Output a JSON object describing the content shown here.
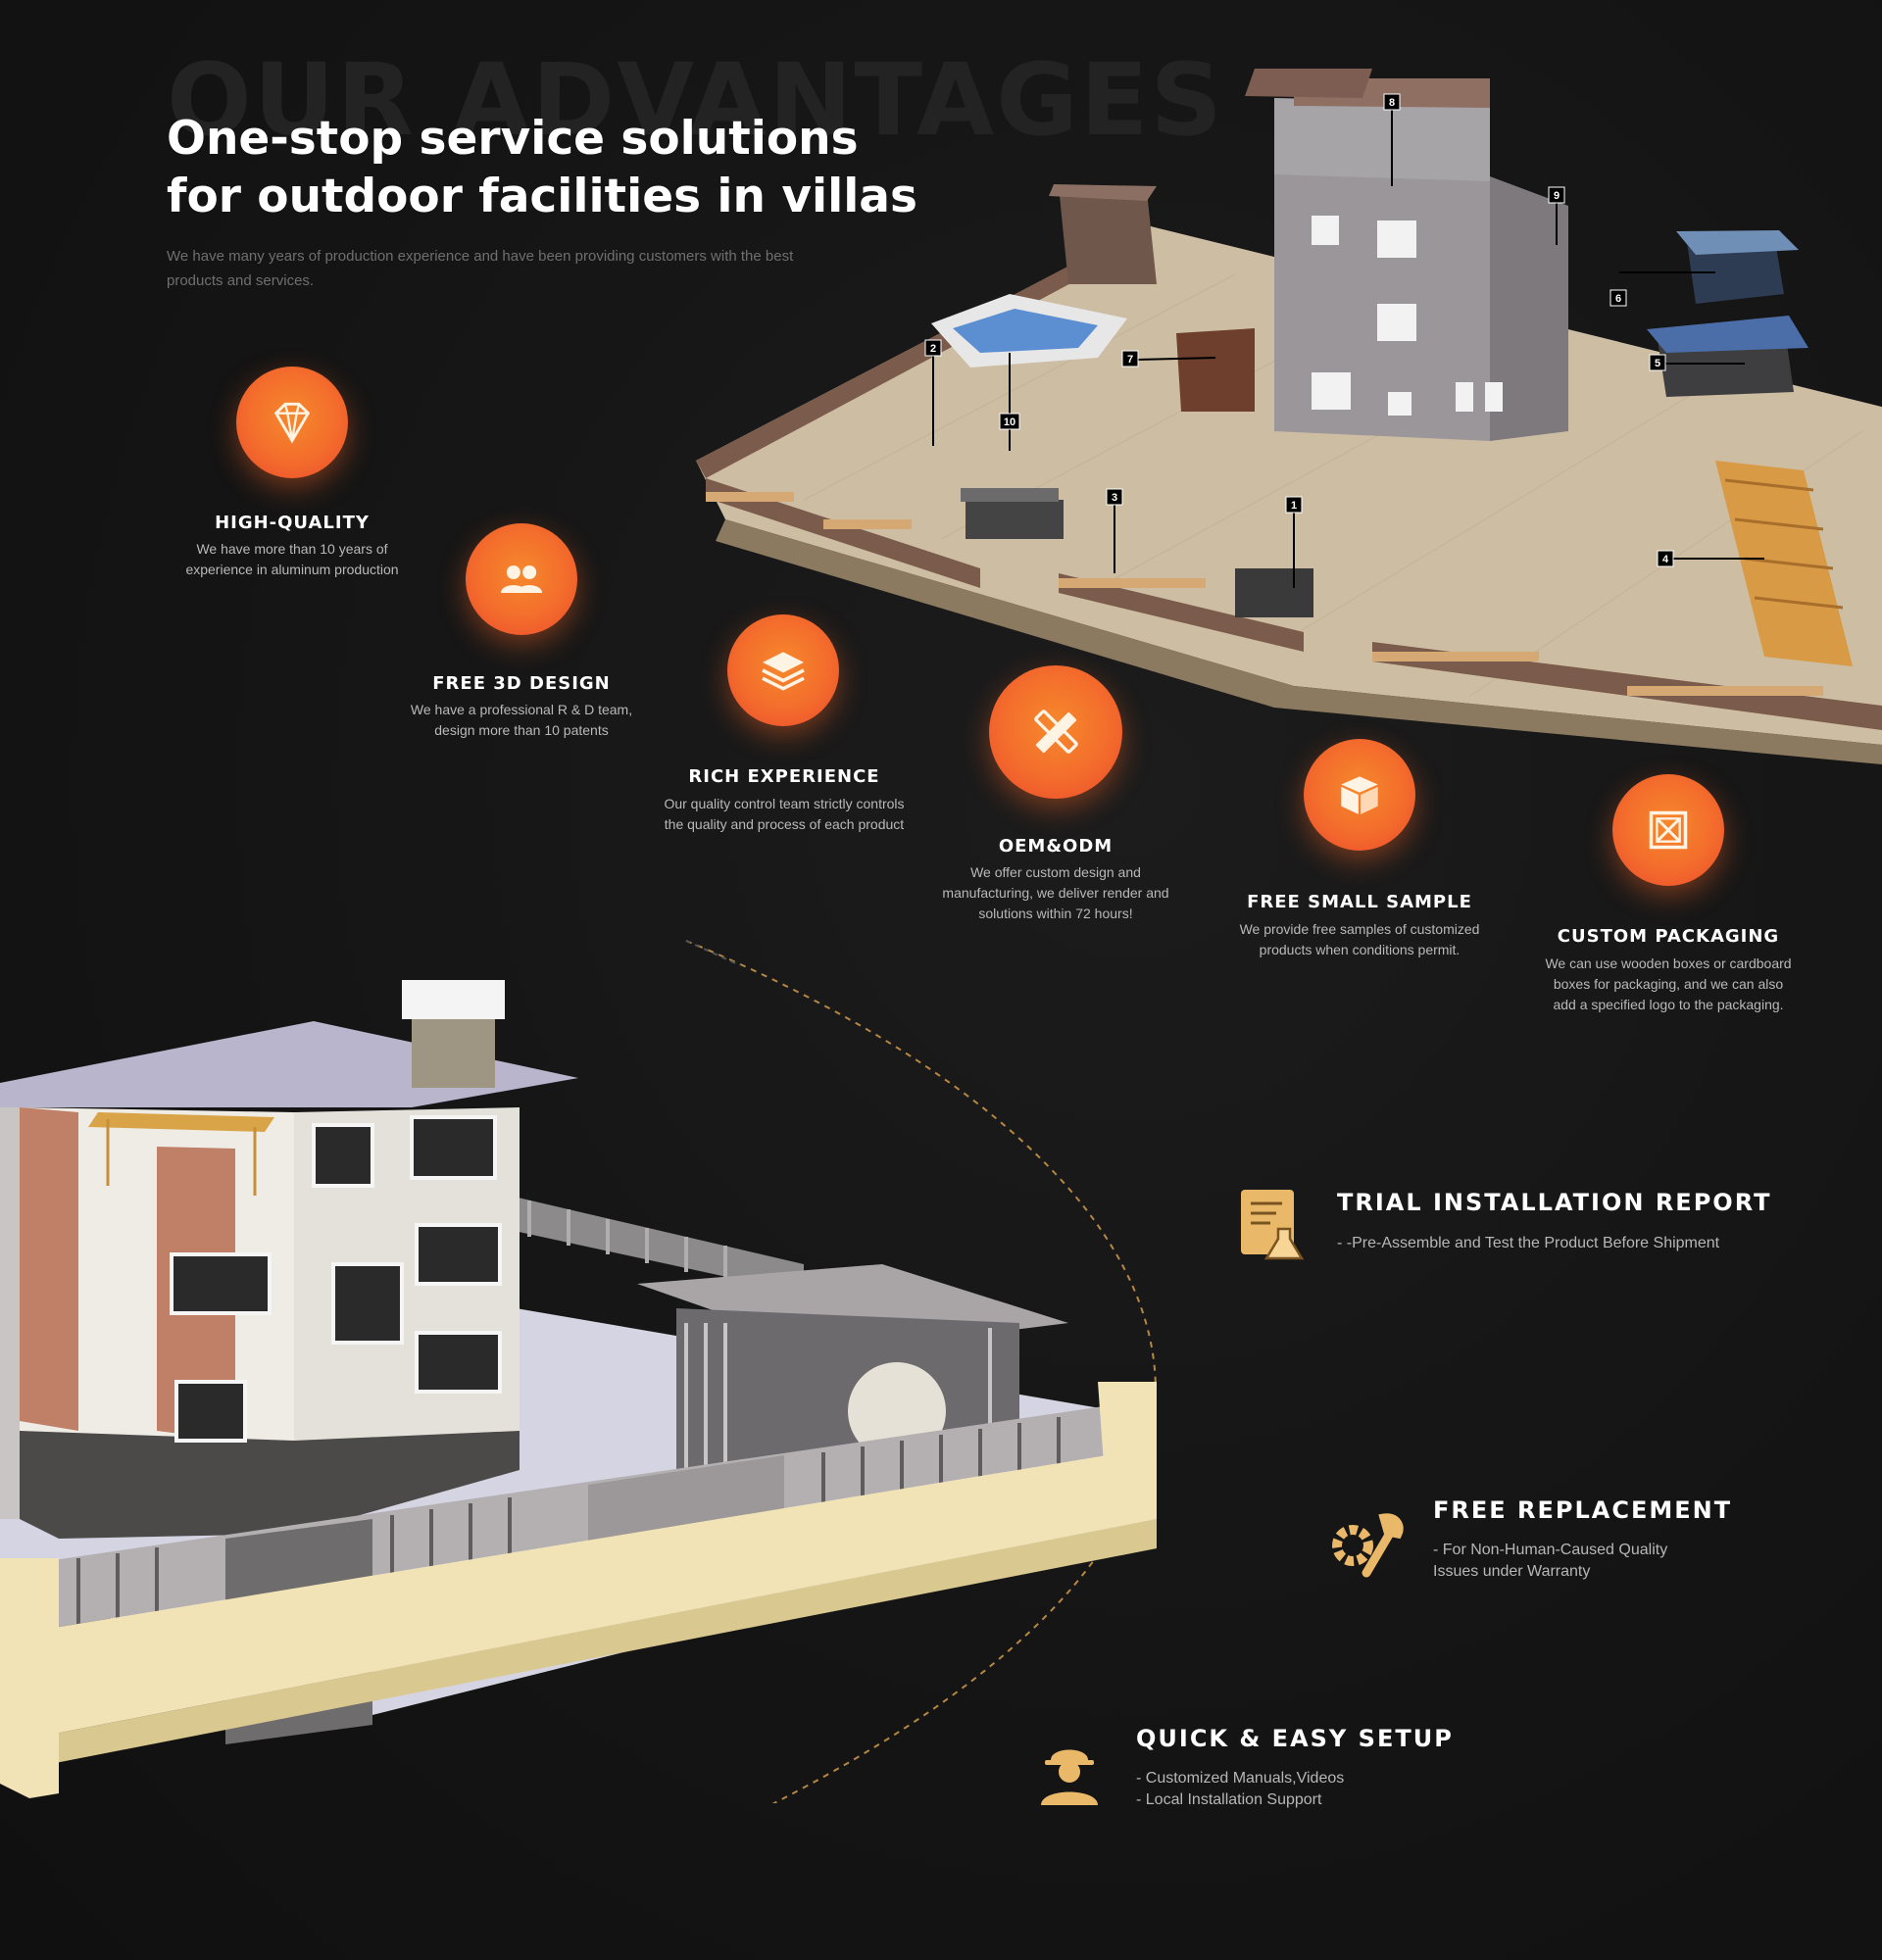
{
  "hero": {
    "watermark": "OUR ADVANTAGES",
    "title_line1": "One-stop service solutions",
    "title_line2": "for outdoor facilities in villas",
    "subtitle": "We have many years of production experience and have been providing customers with the best products and services."
  },
  "advantages": [
    {
      "title": "HIGH-QUALITY",
      "desc": "We have more than 10 years of experience in aluminum production",
      "icon": "diamond-icon"
    },
    {
      "title": "FREE 3D DESIGN",
      "desc": "We have a professional R & D team, design more than 10 patents",
      "icon": "team-icon"
    },
    {
      "title": "RICH EXPERIENCE",
      "desc": "Our quality control team strictly controls the quality and process of each product",
      "icon": "layers-icon"
    },
    {
      "title": "OEM&ODM",
      "desc": "We offer custom design and manufacturing, we deliver render and solutions within 72 hours!",
      "icon": "pencil-ruler-icon"
    },
    {
      "title": "FREE SMALL SAMPLE",
      "desc": "We provide free samples of customized products when conditions permit.",
      "icon": "box-icon"
    },
    {
      "title": "CUSTOM PACKAGING",
      "desc": "We can use wooden boxes or cardboard boxes for packaging, and we can also add a specified logo to the packaging.",
      "icon": "crate-icon"
    }
  ],
  "plan_labels": [
    "1",
    "2",
    "3",
    "4",
    "5",
    "6",
    "7",
    "8",
    "9",
    "10"
  ],
  "services": [
    {
      "title": "TRIAL INSTALLATION REPORT",
      "lines": [
        "- -Pre-Assemble and Test the Product Before Shipment"
      ],
      "icon": "report-flask-icon"
    },
    {
      "title": "FREE REPLACEMENT",
      "lines": [
        "- For Non-Human-Caused Quality",
        "Issues under Warranty"
      ],
      "icon": "gear-wrench-icon"
    },
    {
      "title": "QUICK & EASY SETUP",
      "lines": [
        "- Customized Manuals,Videos",
        "- Local Installation Support"
      ],
      "icon": "worker-icon"
    }
  ],
  "colors": {
    "background": "#161616",
    "accent": "#f36a2c",
    "accent_light": "#f6892c",
    "gold": "#e9b868"
  }
}
